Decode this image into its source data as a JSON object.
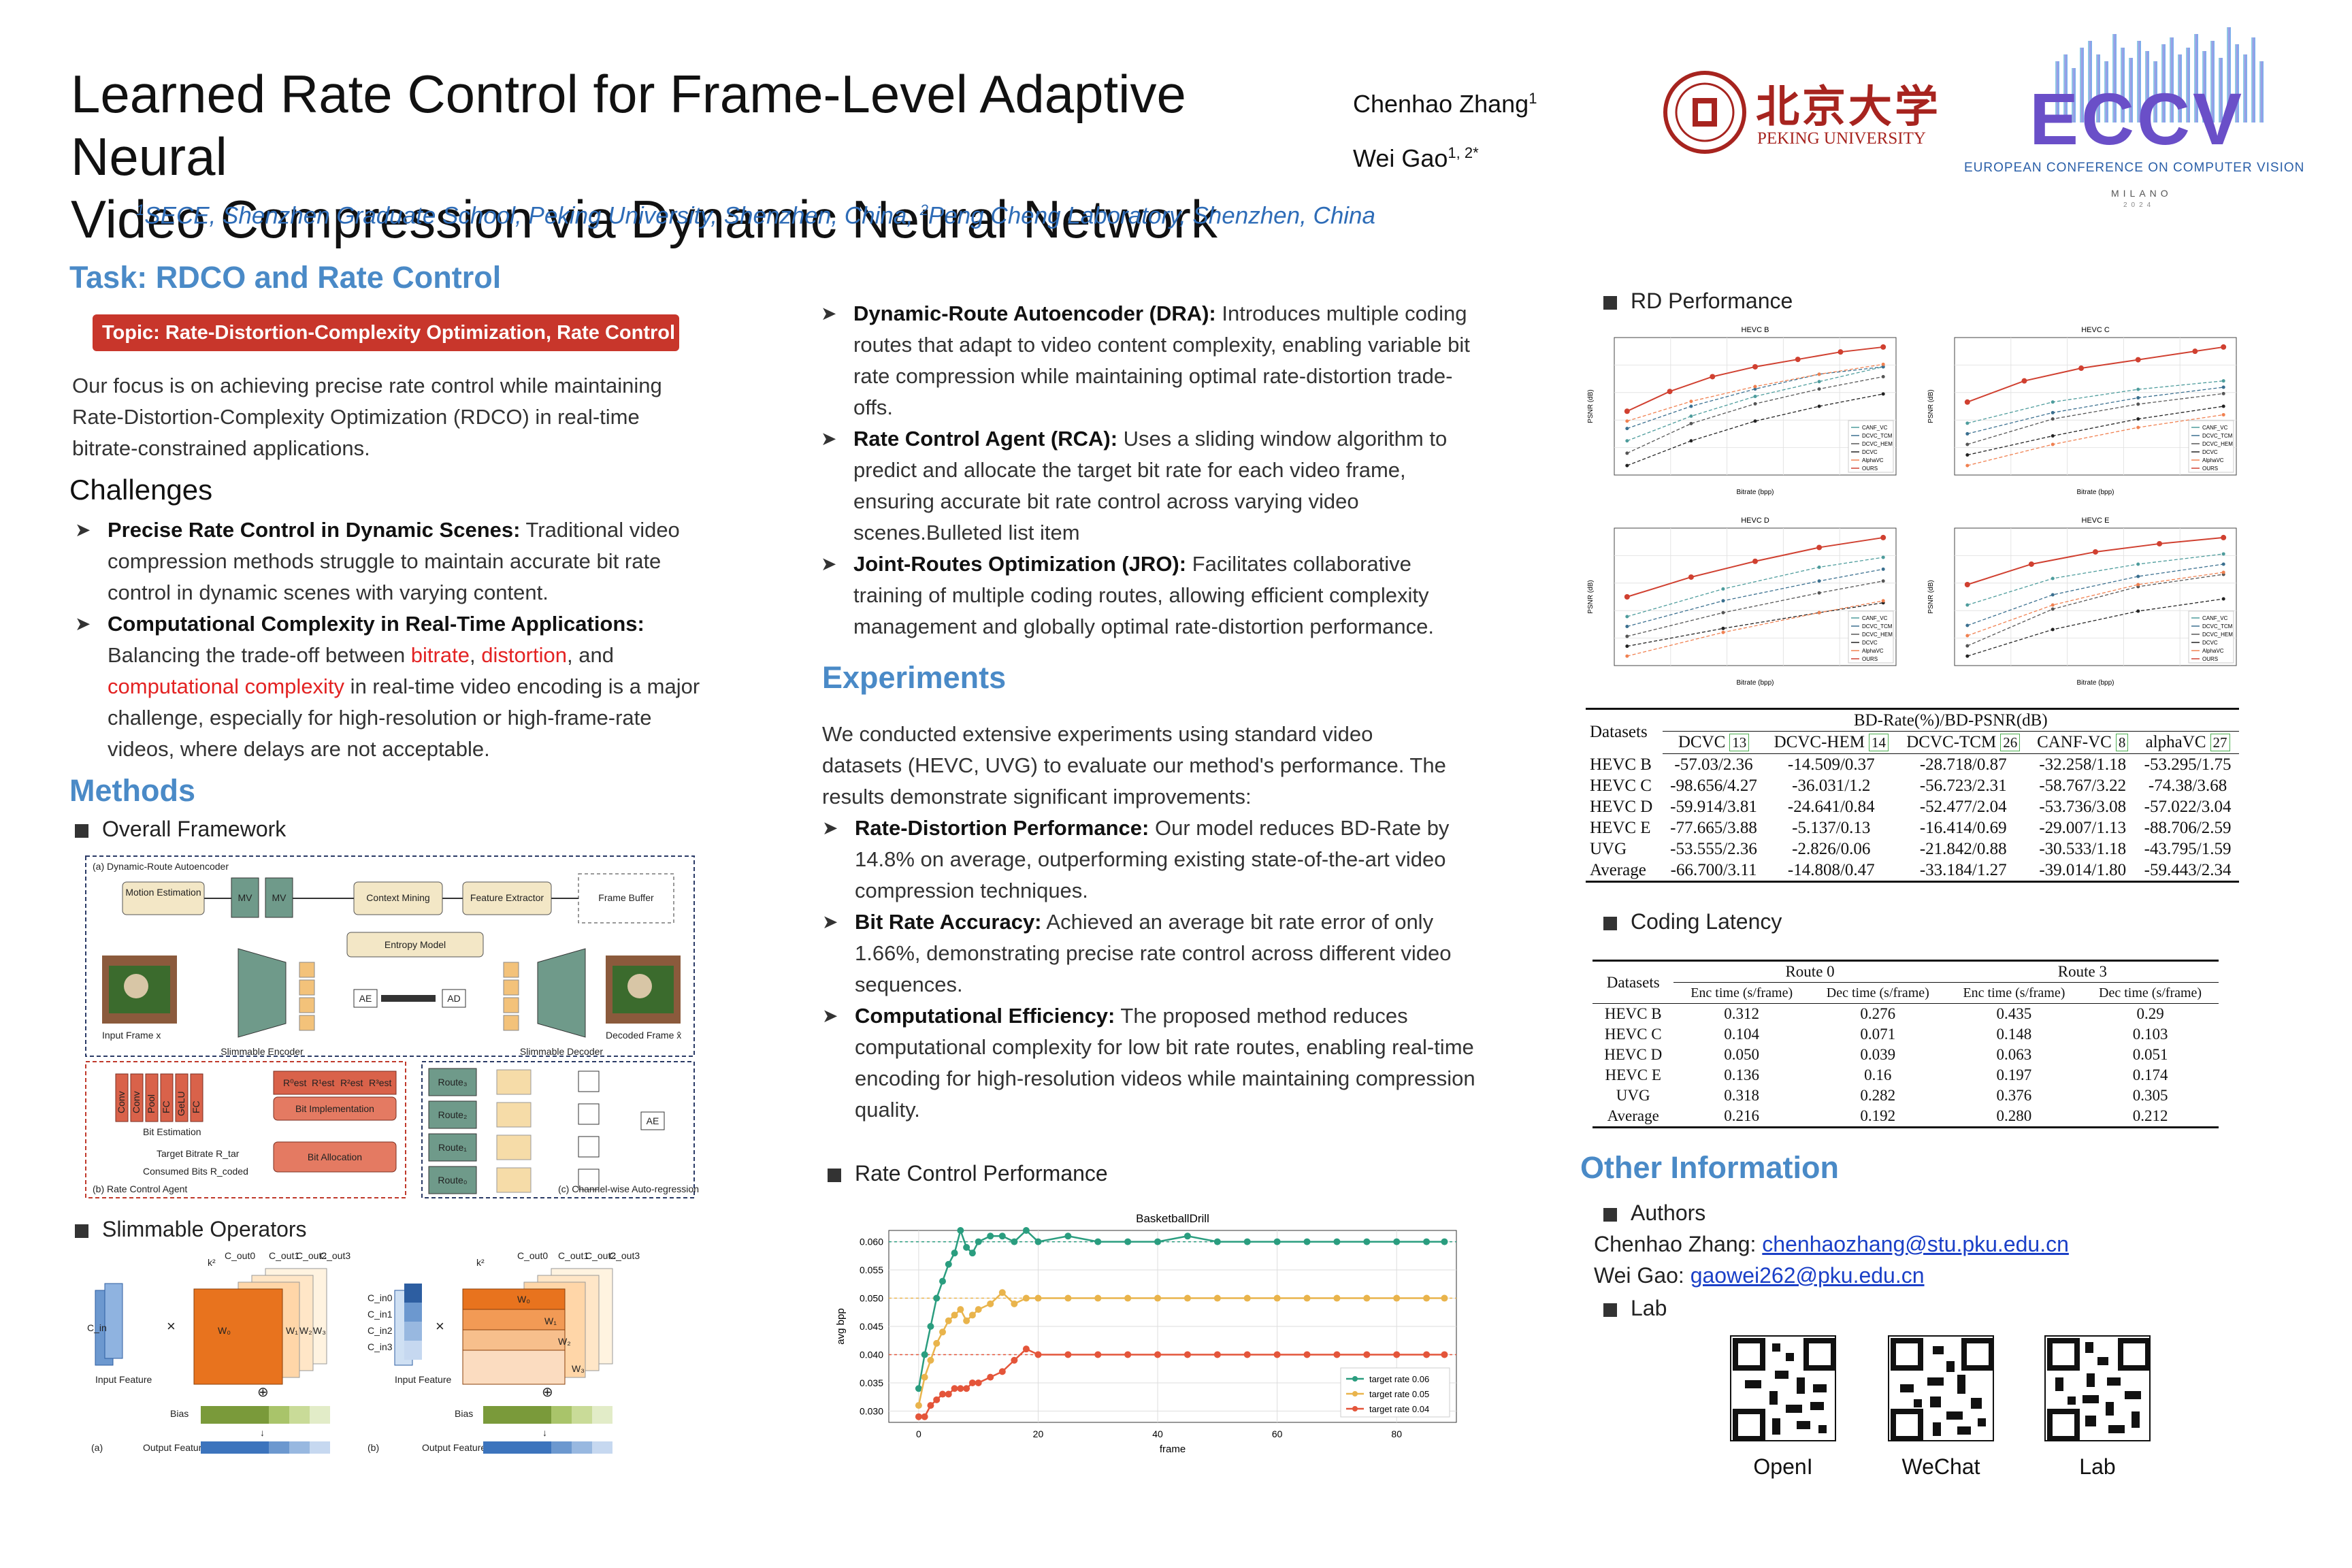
{
  "header": {
    "title_line1": "Learned Rate Control for Frame-Level Adaptive Neural",
    "title_line2": "Video Compression via Dynamic Neural Network",
    "author1": "Chenhao Zhang",
    "author1_sup": "1",
    "author2": "Wei Gao",
    "author2_sup": "1, 2*",
    "affil_sup1": "1",
    "affil_1": "SECE, Shenzhen Graduate School, Peking University, Shenzhen, China, ",
    "affil_sup2": "2",
    "affil_2": "Peng Cheng Laboratory, Shenzhen, China",
    "pku_cn": "北京大学",
    "pku_en": "PEKING UNIVERSITY",
    "eccv_logo": "ECCV",
    "eccv_full": "EUROPEAN CONFERENCE ON COMPUTER VISION",
    "eccv_city": "MILANO",
    "eccv_year": "2024"
  },
  "task": {
    "heading": "Task: RDCO and Rate Control",
    "topic": "Topic: Rate-Distortion-Complexity Optimization, Rate Control",
    "focus": "Our focus is on achieving precise rate control while maintaining Rate-Distortion-Complexity Optimization (RDCO) in real-time bitrate-constrained applications.",
    "challenges_heading": "Challenges",
    "c1_bold": "Precise Rate Control in Dynamic Scenes:",
    "c1_text": " Traditional video compression methods struggle to maintain accurate bit rate control in dynamic scenes with varying content.",
    "c2_bold": "Computational Complexity in Real-Time Applications:",
    "c2_pre": " Balancing the trade-off between ",
    "c2_red1": "bitrate",
    "c2_sep": ", ",
    "c2_red2": "distortion",
    "c2_and": ", and ",
    "c2_red3": "computational complexity",
    "c2_post": " in real-time video encoding is a major challenge, especially for high-resolution or high-frame-rate videos, where delays are not acceptable."
  },
  "methods": {
    "heading": "Methods",
    "overall": "Overall Framework",
    "slimmable": "Slimmable Operators",
    "fig": {
      "dra_title": "(a) Dynamic-Route Autoencoder",
      "motion": "Motion Estimation",
      "mv1": "MV",
      "mv2": "MV",
      "context": "Context Mining",
      "feature": "Feature Extractor",
      "buffer": "Frame Buffer",
      "entropy": "Entropy Model",
      "ae": "AE",
      "ad": "AD",
      "enc": "Slimmable Encoder",
      "dec": "Slimmable Decoder",
      "input": "Input Frame x",
      "decoded": "Decoded Frame x̂",
      "conv1": "Conv",
      "conv2": "Conv",
      "pool": "Pool",
      "fc": "FC",
      "gelu": "GeLU",
      "fc2": "FC",
      "r0": "R⁰est",
      "r1": "R¹est",
      "r2": "R²est",
      "r3": "R³est",
      "bitest": "Bit Estimation",
      "bitimp": "Bit Implementation",
      "bitalloc": "Bit Allocation",
      "target": "Target Bitrate R_tar",
      "consumed": "Consumed Bits R_coded",
      "rca_title": "(b) Rate Control Agent",
      "route3": "Route₃",
      "route2": "Route₂",
      "route1": "Route₁",
      "route0": "Route₀",
      "caa_title": "(c) Channel-wise Auto-regression",
      "ae2": "AE"
    },
    "slim": {
      "k2": "k²",
      "cout0": "C_out0",
      "cout1": "C_out1",
      "cout2": "C_out2",
      "cout3": "C_out3",
      "cin": "C_in",
      "cin0": "C_in0",
      "cin1": "C_in1",
      "cin2": "C_in2",
      "cin3": "C_in3",
      "w0": "W₀",
      "w1": "W₁",
      "w2": "W₂",
      "w3": "W₃",
      "times": "×",
      "input": "Input Feature",
      "bias": "Bias",
      "output": "Output Feature",
      "plus": "⊕",
      "arrow": "↓",
      "a": "(a)",
      "b": "(b)"
    }
  },
  "col2": {
    "dra_bold": "Dynamic-Route Autoencoder (DRA):",
    "dra_text": " Introduces multiple coding routes that adapt to video content complexity, enabling variable bit rate compression while maintaining optimal rate-distortion trade-offs.",
    "rca_bold": "Rate Control Agent (RCA):",
    "rca_text": " Uses a sliding window algorithm to predict and allocate the target bit rate for each video frame, ensuring accurate bit rate control across varying video scenes.Bulleted list item",
    "jro_bold": "Joint-Routes Optimization (JRO):",
    "jro_text": " Facilitates collaborative training of multiple coding routes, allowing efficient complexity management and globally optimal rate-distortion performance.",
    "exp_heading": "Experiments",
    "exp_text": "We conducted extensive experiments using standard video datasets (HEVC, UVG) to evaluate our method's performance. The results demonstrate significant improvements:",
    "e1_bold": "Rate-Distortion Performance:",
    "e1_text": " Our model reduces BD-Rate by 14.8% on average, outperforming existing state-of-the-art video compression techniques.",
    "e2_bold": "Bit Rate Accuracy:",
    "e2_text": " Achieved an average bit rate error of only 1.66%, demonstrating precise rate control across different video sequences.",
    "e3_bold": "Computational Efficiency:",
    "e3_text": " The proposed method reduces computational complexity for low bit rate routes, enabling real-time encoding for high-resolution videos while maintaining compression quality.",
    "rc_heading": "Rate Control Performance"
  },
  "col3": {
    "rd_heading": "RD Performance",
    "latency_heading": "Coding Latency",
    "other_heading": "Other Information",
    "authors_label": "Authors",
    "a1_name": "Chenhao Zhang: ",
    "a1_mail": "chenhaozhang@stu.pku.edu.cn",
    "a2_name": "Wei Gao: ",
    "a2_mail": "gaowei262@pku.edu.cn",
    "lab_label": "Lab",
    "qr1": "OpenI",
    "qr2": "WeChat",
    "qr3": "Lab"
  },
  "bd_table": {
    "datasets": "Datasets",
    "header": "BD-Rate(%)/BD-PSNR(dB)",
    "cols": [
      "DCVC",
      "DCVC-HEM",
      "DCVC-TCM",
      "CANF-VC",
      "alphaVC"
    ],
    "refs": [
      "13",
      "14",
      "26",
      "8",
      "27"
    ],
    "rows": [
      {
        "name": "HEVC B",
        "v": [
          "-57.03/2.36",
          "-14.509/0.37",
          "-28.718/0.87",
          "-32.258/1.18",
          "-53.295/1.75"
        ]
      },
      {
        "name": "HEVC C",
        "v": [
          "-98.656/4.27",
          "-36.031/1.2",
          "-56.723/2.31",
          "-58.767/3.22",
          "-74.38/3.68"
        ]
      },
      {
        "name": "HEVC D",
        "v": [
          "-59.914/3.81",
          "-24.641/0.84",
          "-52.477/2.04",
          "-53.736/3.08",
          "-57.022/3.04"
        ]
      },
      {
        "name": "HEVC E",
        "v": [
          "-77.665/3.88",
          "-5.137/0.13",
          "-16.414/0.69",
          "-29.007/1.13",
          "-88.706/2.59"
        ]
      },
      {
        "name": "UVG",
        "v": [
          "-53.555/2.36",
          "-2.826/0.06",
          "-21.842/0.88",
          "-30.533/1.18",
          "-43.795/1.59"
        ]
      },
      {
        "name": "Average",
        "v": [
          "-66.700/3.11",
          "-14.808/0.47",
          "-33.184/1.27",
          "-39.014/1.80",
          "-59.443/2.34"
        ]
      }
    ]
  },
  "latency_table": {
    "datasets": "Datasets",
    "route0": "Route 0",
    "route3": "Route 3",
    "enc": "Enc time (s/frame)",
    "dec": "Dec time (s/frame)",
    "rows": [
      {
        "name": "HEVC B",
        "v": [
          "0.312",
          "0.276",
          "0.435",
          "0.29"
        ]
      },
      {
        "name": "HEVC C",
        "v": [
          "0.104",
          "0.071",
          "0.148",
          "0.103"
        ]
      },
      {
        "name": "HEVC D",
        "v": [
          "0.050",
          "0.039",
          "0.063",
          "0.051"
        ]
      },
      {
        "name": "HEVC E",
        "v": [
          "0.136",
          "0.16",
          "0.197",
          "0.174"
        ]
      },
      {
        "name": "UVG",
        "v": [
          "0.318",
          "0.282",
          "0.376",
          "0.305"
        ]
      },
      {
        "name": "Average",
        "v": [
          "0.216",
          "0.192",
          "0.280",
          "0.212"
        ]
      }
    ]
  },
  "chart_data": [
    {
      "type": "line",
      "title": "BasketballDrill",
      "xlabel": "frame",
      "ylabel": "avg bpp",
      "xlim": [
        -5,
        90
      ],
      "ylim": [
        0.028,
        0.062
      ],
      "xticks": [
        0,
        20,
        40,
        60,
        80
      ],
      "yticks": [
        0.03,
        0.035,
        0.04,
        0.045,
        0.05,
        0.055,
        0.06
      ],
      "grid": true,
      "legend": "bottom-right",
      "targets": [
        0.06,
        0.05,
        0.04
      ],
      "series": [
        {
          "name": "target rate 0.06",
          "color": "#2a9d7f",
          "x": [
            0,
            1,
            2,
            3,
            4,
            5,
            6,
            7,
            8,
            9,
            10,
            12,
            14,
            16,
            18,
            20,
            25,
            30,
            35,
            40,
            45,
            50,
            55,
            60,
            65,
            70,
            75,
            80,
            85,
            88
          ],
          "y": [
            0.034,
            0.04,
            0.045,
            0.05,
            0.053,
            0.056,
            0.058,
            0.062,
            0.059,
            0.058,
            0.06,
            0.061,
            0.061,
            0.06,
            0.062,
            0.06,
            0.061,
            0.06,
            0.06,
            0.06,
            0.061,
            0.06,
            0.06,
            0.06,
            0.06,
            0.06,
            0.06,
            0.06,
            0.06,
            0.06
          ]
        },
        {
          "name": "target rate 0.05",
          "color": "#e9b44c",
          "x": [
            0,
            1,
            2,
            3,
            4,
            5,
            6,
            7,
            8,
            9,
            10,
            12,
            14,
            16,
            18,
            20,
            25,
            30,
            35,
            40,
            45,
            50,
            55,
            60,
            65,
            70,
            75,
            80,
            85,
            88
          ],
          "y": [
            0.031,
            0.036,
            0.039,
            0.042,
            0.044,
            0.046,
            0.047,
            0.048,
            0.046,
            0.047,
            0.048,
            0.049,
            0.051,
            0.049,
            0.05,
            0.05,
            0.05,
            0.05,
            0.05,
            0.05,
            0.05,
            0.05,
            0.05,
            0.05,
            0.05,
            0.05,
            0.05,
            0.05,
            0.05,
            0.05
          ]
        },
        {
          "name": "target rate 0.04",
          "color": "#e4553a",
          "x": [
            0,
            1,
            2,
            3,
            4,
            5,
            6,
            7,
            8,
            9,
            10,
            12,
            14,
            16,
            18,
            20,
            25,
            30,
            35,
            40,
            45,
            50,
            55,
            60,
            65,
            70,
            75,
            80,
            85,
            88
          ],
          "y": [
            0.029,
            0.029,
            0.031,
            0.032,
            0.033,
            0.033,
            0.034,
            0.034,
            0.034,
            0.035,
            0.035,
            0.036,
            0.037,
            0.039,
            0.041,
            0.04,
            0.04,
            0.04,
            0.04,
            0.04,
            0.04,
            0.04,
            0.04,
            0.04,
            0.04,
            0.04,
            0.04,
            0.04,
            0.04,
            0.04
          ]
        }
      ]
    },
    {
      "type": "line",
      "title": "HEVC B",
      "xlabel": "Bitrate (bpp)",
      "ylabel": "PSNR (dB)",
      "grid": true,
      "legend": "bottom-right",
      "series": [
        {
          "name": "CANF_VC",
          "color": "#4d9c9c",
          "x": [
            0.02,
            0.035,
            0.05,
            0.065,
            0.08
          ],
          "y": [
            33,
            34,
            34.8,
            35.4,
            36
          ]
        },
        {
          "name": "DCVC_TCM",
          "color": "#3a6f8f",
          "x": [
            0.02,
            0.035,
            0.05,
            0.065,
            0.08
          ],
          "y": [
            33.5,
            34.4,
            35.1,
            35.7,
            36
          ]
        },
        {
          "name": "DCVC_HEM",
          "color": "#555555",
          "x": [
            0.02,
            0.035,
            0.05,
            0.065,
            0.08
          ],
          "y": [
            32.5,
            33.7,
            34.5,
            35.1,
            35.6
          ]
        },
        {
          "name": "DCVC",
          "color": "#222222",
          "x": [
            0.02,
            0.035,
            0.05,
            0.065,
            0.08
          ],
          "y": [
            32,
            33,
            33.8,
            34.4,
            34.9
          ]
        },
        {
          "name": "AlphaVC",
          "color": "#f08050",
          "x": [
            0.02,
            0.035,
            0.05,
            0.065,
            0.08
          ],
          "y": [
            33.8,
            34.6,
            35.2,
            35.7,
            36.1
          ]
        },
        {
          "name": "OURS",
          "color": "#d04030",
          "x": [
            0.02,
            0.03,
            0.04,
            0.05,
            0.06,
            0.07,
            0.08
          ],
          "y": [
            34.2,
            35,
            35.6,
            36,
            36.3,
            36.6,
            36.8
          ]
        }
      ]
    },
    {
      "type": "line",
      "title": "HEVC C",
      "xlabel": "Bitrate (bpp)",
      "ylabel": "PSNR (dB)",
      "grid": true,
      "legend": "bottom-right",
      "series": [
        {
          "name": "CANF_VC",
          "color": "#4d9c9c",
          "x": [
            0.05,
            0.08,
            0.11,
            0.14
          ],
          "y": [
            31,
            32,
            32.6,
            33
          ]
        },
        {
          "name": "DCVC_TCM",
          "color": "#3a6f8f",
          "x": [
            0.05,
            0.08,
            0.11,
            0.14
          ],
          "y": [
            30.5,
            31.5,
            32.2,
            32.7
          ]
        },
        {
          "name": "DCVC_HEM",
          "color": "#555555",
          "x": [
            0.05,
            0.08,
            0.11,
            0.14
          ],
          "y": [
            30,
            31.2,
            31.9,
            32.4
          ]
        },
        {
          "name": "DCVC",
          "color": "#222222",
          "x": [
            0.05,
            0.08,
            0.11,
            0.14
          ],
          "y": [
            29.5,
            30.4,
            31.2,
            31.8
          ]
        },
        {
          "name": "AlphaVC",
          "color": "#f08050",
          "x": [
            0.05,
            0.08,
            0.11,
            0.14
          ],
          "y": [
            29,
            30,
            30.8,
            31.4
          ]
        },
        {
          "name": "OURS",
          "color": "#d04030",
          "x": [
            0.05,
            0.07,
            0.09,
            0.11,
            0.13,
            0.14
          ],
          "y": [
            32,
            33,
            33.6,
            34,
            34.4,
            34.6
          ]
        }
      ]
    },
    {
      "type": "line",
      "title": "HEVC D",
      "xlabel": "Bitrate (bpp)",
      "ylabel": "PSNR (dB)",
      "grid": true,
      "legend": "bottom-right",
      "series": [
        {
          "name": "CANF_VC",
          "color": "#4d9c9c",
          "x": [
            0.06,
            0.09,
            0.12,
            0.14
          ],
          "y": [
            31,
            32.4,
            33.5,
            34
          ]
        },
        {
          "name": "DCVC_TCM",
          "color": "#3a6f8f",
          "x": [
            0.06,
            0.09,
            0.12,
            0.14
          ],
          "y": [
            30.5,
            31.8,
            32.8,
            33.4
          ]
        },
        {
          "name": "DCVC_HEM",
          "color": "#555555",
          "x": [
            0.06,
            0.09,
            0.12,
            0.14
          ],
          "y": [
            30,
            31.2,
            32.2,
            32.8
          ]
        },
        {
          "name": "DCVC",
          "color": "#222222",
          "x": [
            0.06,
            0.09,
            0.12,
            0.14
          ],
          "y": [
            29.5,
            30.4,
            31.2,
            31.7
          ]
        },
        {
          "name": "AlphaVC",
          "color": "#f08050",
          "x": [
            0.06,
            0.09,
            0.12,
            0.14
          ],
          "y": [
            29,
            30.2,
            31.2,
            31.8
          ]
        },
        {
          "name": "OURS",
          "color": "#d04030",
          "x": [
            0.06,
            0.08,
            0.1,
            0.12,
            0.14
          ],
          "y": [
            32,
            33,
            33.8,
            34.5,
            35
          ]
        }
      ]
    },
    {
      "type": "line",
      "title": "HEVC E",
      "xlabel": "Bitrate (bpp)",
      "ylabel": "PSNR (dB)",
      "grid": true,
      "legend": "bottom-right",
      "series": [
        {
          "name": "CANF_VC",
          "color": "#4d9c9c",
          "x": [
            0.012,
            0.016,
            0.02,
            0.024
          ],
          "y": [
            37,
            38.3,
            39,
            39.5
          ]
        },
        {
          "name": "DCVC_TCM",
          "color": "#3a6f8f",
          "x": [
            0.012,
            0.016,
            0.02,
            0.024
          ],
          "y": [
            36,
            37.5,
            38.4,
            39
          ]
        },
        {
          "name": "DCVC_HEM",
          "color": "#555555",
          "x": [
            0.012,
            0.016,
            0.02,
            0.024
          ],
          "y": [
            35,
            36.8,
            37.9,
            38.5
          ]
        },
        {
          "name": "DCVC",
          "color": "#222222",
          "x": [
            0.012,
            0.016,
            0.02,
            0.024
          ],
          "y": [
            34.5,
            35.8,
            36.7,
            37.3
          ]
        },
        {
          "name": "AlphaVC",
          "color": "#f08050",
          "x": [
            0.012,
            0.016,
            0.02,
            0.024
          ],
          "y": [
            35.5,
            37,
            38,
            38.6
          ]
        },
        {
          "name": "OURS",
          "color": "#d04030",
          "x": [
            0.012,
            0.015,
            0.018,
            0.021,
            0.024
          ],
          "y": [
            38,
            39,
            39.6,
            40,
            40.3
          ]
        }
      ]
    }
  ]
}
